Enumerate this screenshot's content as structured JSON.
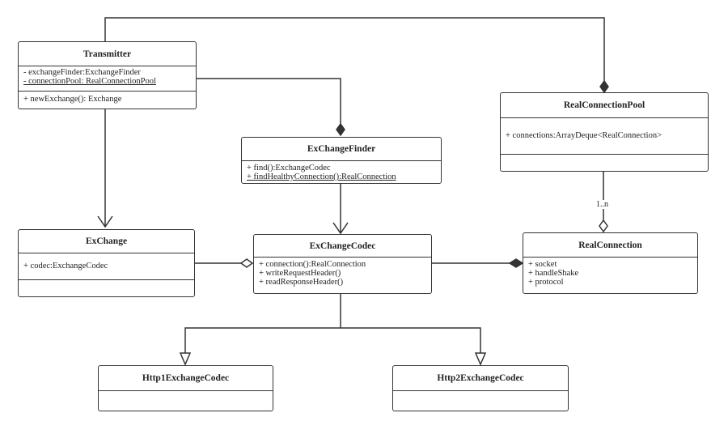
{
  "classes": {
    "transmitter": {
      "name": "Transmitter",
      "attributes": [
        "- exchangeFinder:ExchangeFinder",
        "- connectionPool: RealConnectionPool"
      ],
      "methods": [
        "+ newExchange(): Exchange"
      ]
    },
    "realconnectionpool": {
      "name": "RealConnectionPool",
      "attributes": [
        "+ connections:ArrayDeque<RealConnection>"
      ],
      "methods": []
    },
    "exchangefinder": {
      "name": "ExChangeFinder",
      "attributes": [],
      "methods": [
        "+ find():ExchangeCodec",
        "+ findHealthyConnection():RealConnection"
      ]
    },
    "exchange": {
      "name": "ExChange",
      "attributes": [
        "+ codec:ExchangeCodec"
      ],
      "methods": []
    },
    "exchangecodec": {
      "name": "ExChangeCodec",
      "attributes": [],
      "methods": [
        "+ connection():RealConnection",
        "+ writeRequestHeader()",
        "+ readResponseHeader()"
      ]
    },
    "realconnection": {
      "name": "RealConnection",
      "attributes": [],
      "methods": [
        "+ socket",
        "+ handleShake",
        "+ protocol"
      ]
    },
    "http1": {
      "name": "Http1ExchangeCodec",
      "attributes": [],
      "methods": []
    },
    "http2": {
      "name": "Http2ExchangeCodec",
      "attributes": [],
      "methods": []
    }
  },
  "labels": {
    "multiplicity": "1..n"
  },
  "colors": {
    "line": "#333333",
    "box_border": "#333333",
    "background": "#ffffff"
  }
}
